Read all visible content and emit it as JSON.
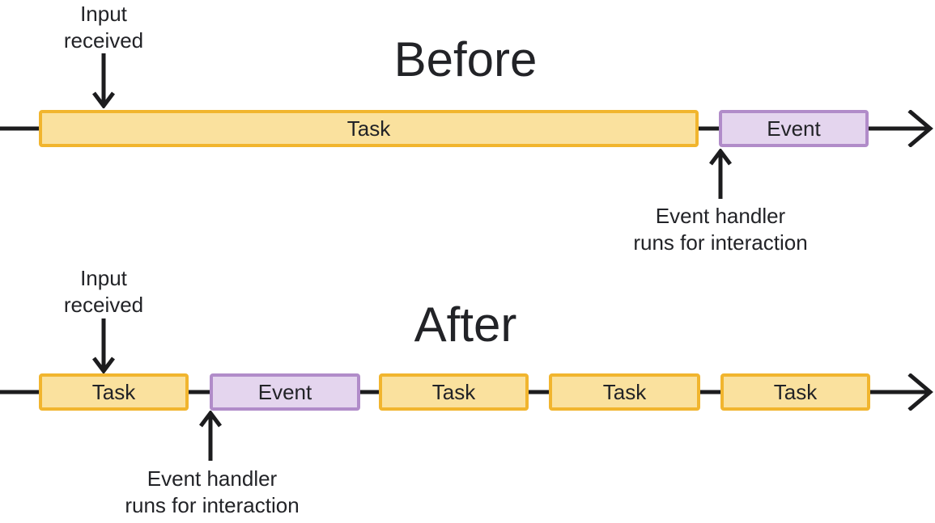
{
  "colors": {
    "task_fill": "#FAE19E",
    "task_border": "#F1B52E",
    "event_fill": "#E4D5EE",
    "event_border": "#B18CC9",
    "line": "#1C1C1E",
    "text": "#222327"
  },
  "before": {
    "title": "Before",
    "input_label_lines": [
      "Input",
      "received"
    ],
    "handler_label_lines": [
      "Event handler",
      "runs for interaction"
    ],
    "bars": [
      {
        "type": "task",
        "label": "Task"
      },
      {
        "type": "event",
        "label": "Event"
      }
    ]
  },
  "after": {
    "title": "After",
    "input_label_lines": [
      "Input",
      "received"
    ],
    "handler_label_lines": [
      "Event handler",
      "runs for interaction"
    ],
    "bars": [
      {
        "type": "task",
        "label": "Task"
      },
      {
        "type": "event",
        "label": "Event"
      },
      {
        "type": "task",
        "label": "Task"
      },
      {
        "type": "task",
        "label": "Task"
      },
      {
        "type": "task",
        "label": "Task"
      }
    ]
  }
}
